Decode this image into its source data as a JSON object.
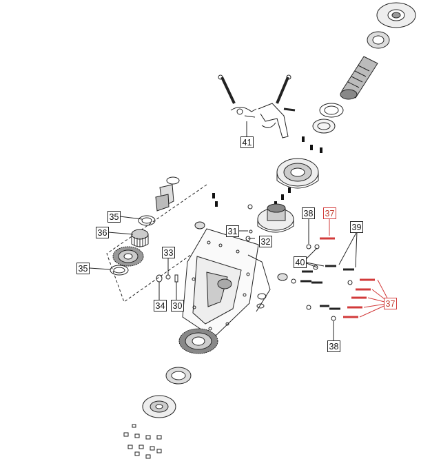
{
  "callouts": {
    "c41": "41",
    "c35a": "35",
    "c36": "36",
    "c35b": "35",
    "c31": "31",
    "c32": "32",
    "c33": "33",
    "c34": "34",
    "c30": "30",
    "c38a": "38",
    "c37a": "37",
    "c39": "39",
    "c40": "40",
    "c37b": "37",
    "c38b": "38"
  },
  "colors": {
    "line": "#222222",
    "highlight": "#d23a3a"
  },
  "icons": [
    "shaft-assembly-icon",
    "shift-fork-icon",
    "gear-icon",
    "bearing-icon",
    "bolt-icon",
    "washer-icon",
    "housing-cover-icon"
  ]
}
